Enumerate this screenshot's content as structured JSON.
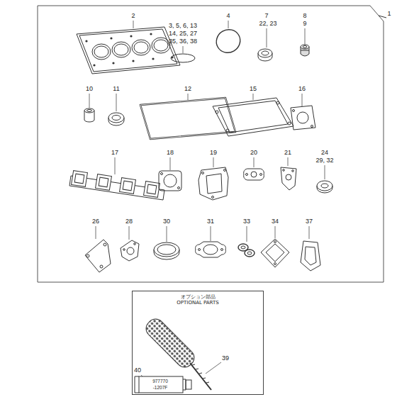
{
  "diagram": {
    "nodes": [
      {
        "text": [
          "オプション部品",
          "OPTIONAL PARTS"
        ]
      }
    ],
    "labels": [
      "1",
      "2",
      "3, 5, 6, 13",
      "14, 25, 27",
      "35, 36, 38",
      "4",
      "7",
      "22, 23",
      "8",
      "9",
      "10",
      "11",
      "12",
      "15",
      "16",
      "17",
      "18",
      "19",
      "20",
      "21",
      "24",
      "29, 32",
      "26",
      "28",
      "30",
      "31",
      "33",
      "34",
      "37",
      "39",
      "40",
      "977770",
      "-1207F"
    ]
  }
}
